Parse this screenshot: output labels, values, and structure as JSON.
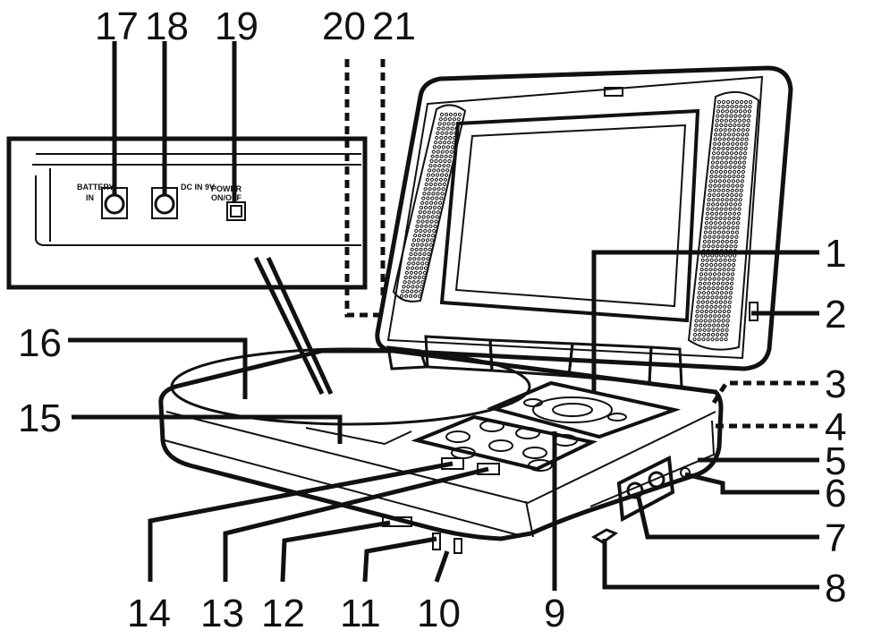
{
  "callouts": {
    "c1": "1",
    "c2": "2",
    "c3": "3",
    "c4": "4",
    "c5": "5",
    "c6": "6",
    "c7": "7",
    "c8": "8",
    "c9": "9",
    "c10": "10",
    "c11": "11",
    "c12": "12",
    "c13": "13",
    "c14": "14",
    "c15": "15",
    "c16": "16",
    "c17": "17",
    "c18": "18",
    "c19": "19",
    "c20": "20",
    "c21": "21"
  },
  "inset_labels": {
    "battery": "BATTERY",
    "battery_sub": "IN",
    "dc_in": "DC IN 9V",
    "power": "POWER",
    "power_sub": "ON/OFF"
  }
}
